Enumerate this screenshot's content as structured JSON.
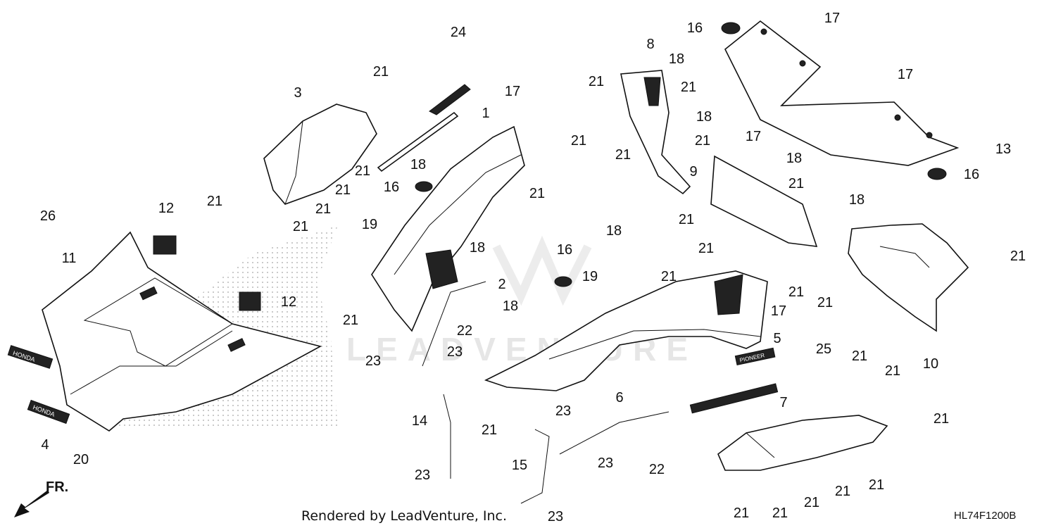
{
  "labels": [
    {
      "id": "l24",
      "text": "24"
    },
    {
      "id": "l1",
      "text": "1"
    },
    {
      "id": "l3",
      "text": "3"
    },
    {
      "id": "l21a",
      "text": "21"
    },
    {
      "id": "l21b",
      "text": "21"
    },
    {
      "id": "l21c",
      "text": "21"
    },
    {
      "id": "l21d",
      "text": "21"
    },
    {
      "id": "l21e",
      "text": "21"
    },
    {
      "id": "l21f",
      "text": "21"
    },
    {
      "id": "l17a",
      "text": "17"
    },
    {
      "id": "l18a",
      "text": "18"
    },
    {
      "id": "l16a",
      "text": "16"
    },
    {
      "id": "l21g",
      "text": "21"
    },
    {
      "id": "l18b",
      "text": "18"
    },
    {
      "id": "l19a",
      "text": "19"
    },
    {
      "id": "l21h",
      "text": "21"
    },
    {
      "id": "l12a",
      "text": "12"
    },
    {
      "id": "l12b",
      "text": "12"
    },
    {
      "id": "l26",
      "text": "26"
    },
    {
      "id": "l11",
      "text": "11"
    },
    {
      "id": "l4",
      "text": "4"
    },
    {
      "id": "l20",
      "text": "20"
    },
    {
      "id": "l2",
      "text": "2"
    },
    {
      "id": "l22a",
      "text": "22"
    },
    {
      "id": "l23a",
      "text": "23"
    },
    {
      "id": "l23b",
      "text": "23"
    },
    {
      "id": "l14",
      "text": "14"
    },
    {
      "id": "l23c",
      "text": "23"
    },
    {
      "id": "l21i",
      "text": "21"
    },
    {
      "id": "l8",
      "text": "8"
    },
    {
      "id": "l21j",
      "text": "21"
    },
    {
      "id": "l21k",
      "text": "21"
    },
    {
      "id": "l21l",
      "text": "21"
    },
    {
      "id": "l21m",
      "text": "21"
    },
    {
      "id": "l9",
      "text": "9"
    },
    {
      "id": "l21n",
      "text": "21"
    },
    {
      "id": "l16b",
      "text": "16"
    },
    {
      "id": "l17b",
      "text": "17"
    },
    {
      "id": "l18c",
      "text": "18"
    },
    {
      "id": "l21o",
      "text": "21"
    },
    {
      "id": "l18d",
      "text": "18"
    },
    {
      "id": "l17c",
      "text": "17"
    },
    {
      "id": "l17d",
      "text": "17"
    },
    {
      "id": "l13",
      "text": "13"
    },
    {
      "id": "l18e",
      "text": "18"
    },
    {
      "id": "l16c",
      "text": "16"
    },
    {
      "id": "l21p",
      "text": "21"
    },
    {
      "id": "l18f",
      "text": "18"
    },
    {
      "id": "l21q",
      "text": "21"
    },
    {
      "id": "l18g",
      "text": "18"
    },
    {
      "id": "l16d",
      "text": "16"
    },
    {
      "id": "l19b",
      "text": "19"
    },
    {
      "id": "l18h",
      "text": "18"
    },
    {
      "id": "l21r",
      "text": "21"
    },
    {
      "id": "l21s",
      "text": "21"
    },
    {
      "id": "l17e",
      "text": "17"
    },
    {
      "id": "l21t",
      "text": "21"
    },
    {
      "id": "l21u",
      "text": "21"
    },
    {
      "id": "l21v",
      "text": "21"
    },
    {
      "id": "l21w",
      "text": "21"
    },
    {
      "id": "l10",
      "text": "10"
    },
    {
      "id": "l5",
      "text": "5"
    },
    {
      "id": "l25",
      "text": "25"
    },
    {
      "id": "l6",
      "text": "6"
    },
    {
      "id": "l23d",
      "text": "23"
    },
    {
      "id": "l23e",
      "text": "23"
    },
    {
      "id": "l22b",
      "text": "22"
    },
    {
      "id": "l15",
      "text": "15"
    },
    {
      "id": "l23f",
      "text": "23"
    },
    {
      "id": "l7",
      "text": "7"
    },
    {
      "id": "l21x",
      "text": "21"
    },
    {
      "id": "l21y",
      "text": "21"
    },
    {
      "id": "l21z",
      "text": "21"
    },
    {
      "id": "l21aa",
      "text": "21"
    },
    {
      "id": "l21ab",
      "text": "21"
    },
    {
      "id": "l21ac",
      "text": "21"
    },
    {
      "id": "l21ad",
      "text": "21"
    }
  ],
  "emblems": {
    "front_upper": "HONDA",
    "front_lower": "HONDA",
    "side_badge": "PIONEER"
  },
  "direction": "FR.",
  "footer": "Rendered by LeadVenture, Inc.",
  "diagram_code": "HL74F1200B",
  "watermark": "LEADVENTURE"
}
